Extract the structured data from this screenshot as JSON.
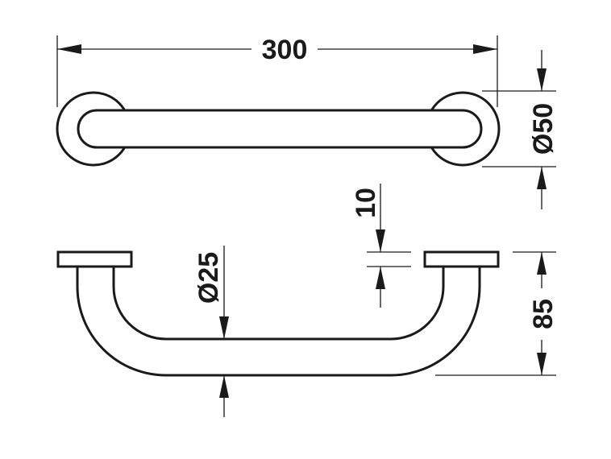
{
  "dimensions": {
    "length": "300",
    "rose_diameter": "Ø50",
    "rose_thickness": "10",
    "tube_diameter": "Ø25",
    "projection": "85"
  }
}
